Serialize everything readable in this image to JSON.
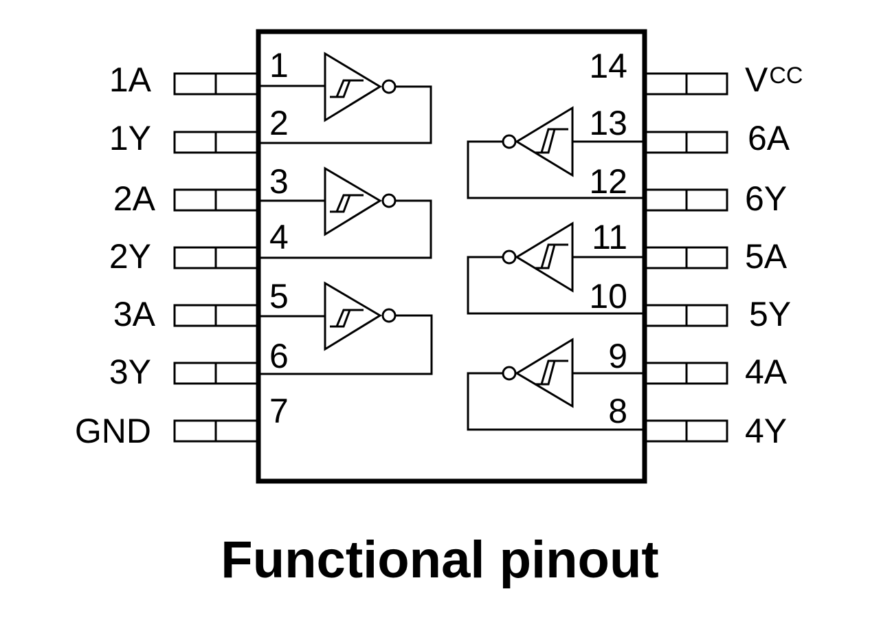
{
  "title": "Functional pinout",
  "left_pins": [
    {
      "number": "1",
      "label": "1A"
    },
    {
      "number": "2",
      "label": "1Y"
    },
    {
      "number": "3",
      "label": "2A"
    },
    {
      "number": "4",
      "label": "2Y"
    },
    {
      "number": "5",
      "label": "3A"
    },
    {
      "number": "6",
      "label": "3Y"
    },
    {
      "number": "7",
      "label": "GND"
    }
  ],
  "right_pins": [
    {
      "number": "14",
      "label_main": "V",
      "label_sub": "CC"
    },
    {
      "number": "13",
      "label": "6A"
    },
    {
      "number": "12",
      "label": "6Y"
    },
    {
      "number": "11",
      "label": "5A"
    },
    {
      "number": "10",
      "label": "5Y"
    },
    {
      "number": "9",
      "label": "4A"
    },
    {
      "number": "8",
      "label": "4Y"
    }
  ]
}
